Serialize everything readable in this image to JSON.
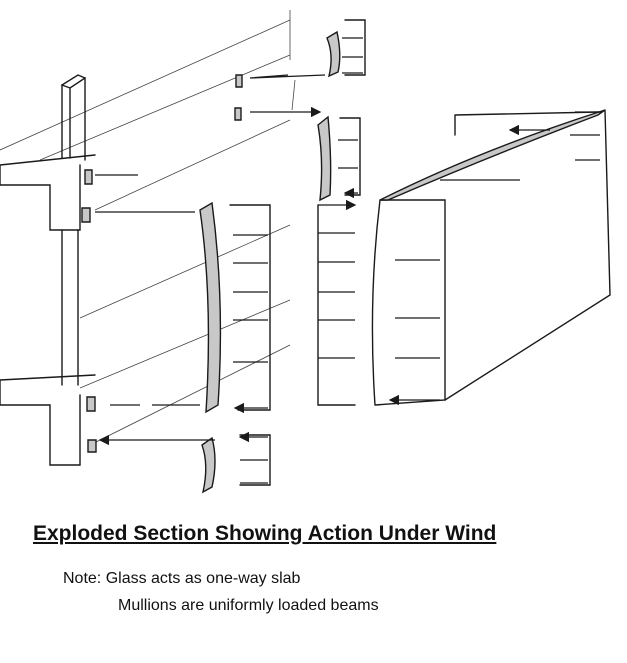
{
  "diagram": {
    "title": "Exploded Section Showing Action Under Wind",
    "note_line1": "Note:  Glass acts as one-way slab",
    "note_line2": "Mullions are uniformly loaded beams",
    "colors": {
      "ink": "#1a1a1a",
      "glass_fill": "#c8c8c8",
      "background": "#ffffff"
    }
  }
}
